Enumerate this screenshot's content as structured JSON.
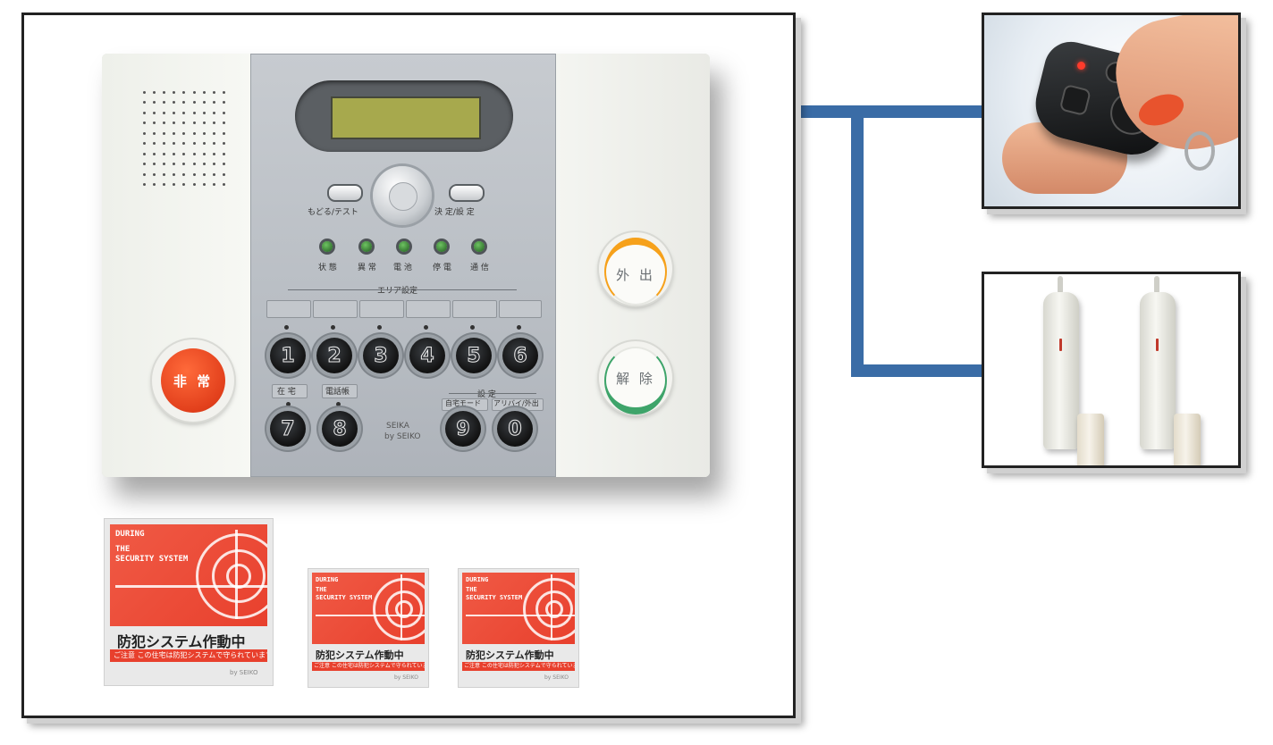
{
  "panel": {
    "buttons": {
      "emergency": "非 常",
      "out": "外 出",
      "release": "解 除"
    },
    "func_labels": {
      "left": "もどる/テスト",
      "right": "決 定/設 定"
    },
    "status_leds": [
      "状 態",
      "異 常",
      "電 池",
      "停 電",
      "通 信"
    ],
    "area_label": "エリア設定",
    "keys": [
      "1",
      "2",
      "3",
      "4",
      "5",
      "6",
      "7",
      "8",
      "9",
      "0"
    ],
    "key_labels": {
      "k7": "在 宅",
      "k8": "電話帳",
      "set_group": "設 定",
      "k9": "自宅モード",
      "k0": "アリバイ/外出"
    },
    "brand": {
      "line1": "SEIKA",
      "line2": "by SEIKO"
    }
  },
  "stickers": {
    "header_lines": [
      "DURING",
      "THE",
      "SECURITY SYSTEM"
    ],
    "main_jp": "防犯システム作動中",
    "band_text": "ご注意 この住宅は防犯システムで守られています",
    "brand": "by SEIKO"
  },
  "colors": {
    "connector": "#3a6ca6",
    "sticker_red": "#e8402d",
    "out_ring": "#f6a11b",
    "release_ring": "#3ea46a",
    "emergency": "#e2401c"
  }
}
